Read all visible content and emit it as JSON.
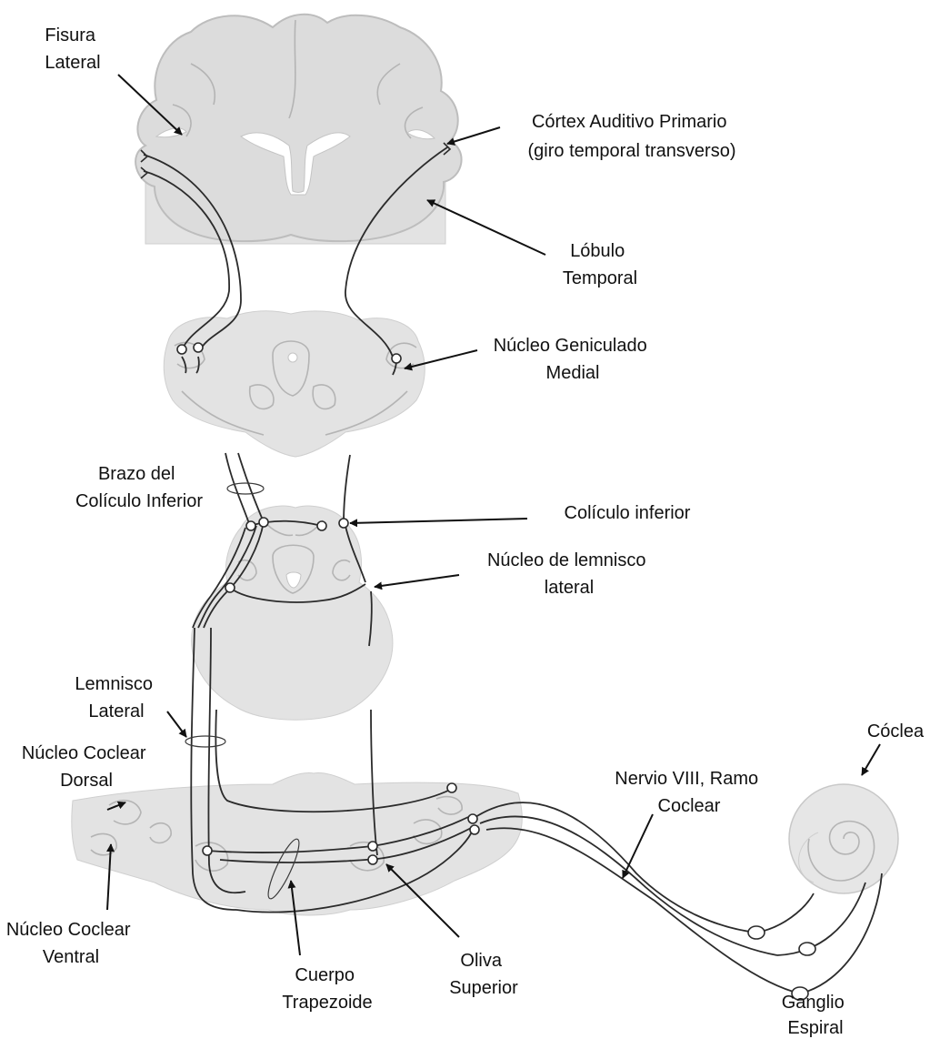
{
  "labels": {
    "fisura_lateral": [
      "Fisura",
      "Lateral"
    ],
    "cortex_auditivo": [
      "Córtex Auditivo  Primario",
      "(giro temporal transverso)"
    ],
    "lobulo_temporal": [
      "Lóbulo",
      "Temporal"
    ],
    "nucleo_geniculado": [
      "Núcleo Geniculado",
      "Medial"
    ],
    "brazo_coliculo": [
      "Brazo del",
      "Colículo Inferior"
    ],
    "coliculo_inferior": [
      "Colículo inferior"
    ],
    "nucleo_lemnisco": [
      "Núcleo de lemnisco",
      "lateral"
    ],
    "lemnisco_lateral": [
      "Lemnisco",
      "Lateral"
    ],
    "nucleo_coclear_dorsal": [
      "Núcleo Coclear",
      "Dorsal"
    ],
    "coclea": [
      "Cóclea"
    ],
    "nervio_viii": [
      "Nervio VIII, Ramo",
      "Coclear"
    ],
    "nucleo_coclear_ventral": [
      "Núcleo Coclear",
      "Ventral"
    ],
    "cuerpo_trapezoide": [
      "Cuerpo",
      "Trapezoide"
    ],
    "oliva_superior": [
      "Oliva",
      "Superior"
    ],
    "ganglio_espiral": [
      "Ganglio",
      "Espiral"
    ]
  }
}
